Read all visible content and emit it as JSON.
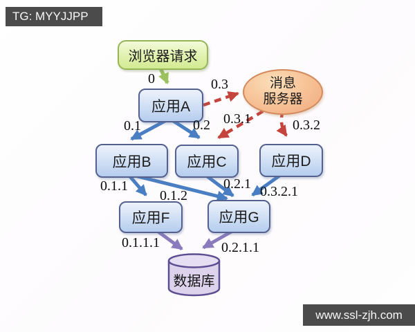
{
  "watermark_top": {
    "text": "TG: MYYJJPP"
  },
  "watermark_bottom": {
    "text": "www.ssl-zjh.com"
  },
  "diagram": {
    "nodes": {
      "browser": {
        "label": "浏览器请求"
      },
      "app_a": {
        "label": "应用A"
      },
      "app_b": {
        "label": "应用B"
      },
      "app_c": {
        "label": "应用C"
      },
      "app_d": {
        "label": "应用D"
      },
      "app_f": {
        "label": "应用F"
      },
      "app_g": {
        "label": "应用G"
      },
      "msg_server": {
        "label": "消息服务器",
        "line1": "消息",
        "line2": "服务器"
      },
      "database": {
        "label": "数据库"
      }
    },
    "edges": [
      {
        "label": "0",
        "from": "browser",
        "to": "app_a",
        "style": "solid",
        "color": "green"
      },
      {
        "label": "0.1",
        "from": "app_a",
        "to": "app_b",
        "style": "solid",
        "color": "blue"
      },
      {
        "label": "0.2",
        "from": "app_a",
        "to": "app_c",
        "style": "solid",
        "color": "blue"
      },
      {
        "label": "0.3",
        "from": "app_a",
        "to": "msg_server",
        "style": "dashed",
        "color": "red"
      },
      {
        "label": "0.3.1",
        "from": "msg_server",
        "to": "app_c",
        "style": "dashed",
        "color": "red"
      },
      {
        "label": "0.3.2",
        "from": "msg_server",
        "to": "app_d",
        "style": "dashed",
        "color": "red"
      },
      {
        "label": "0.1.1",
        "from": "app_b",
        "to": "app_f",
        "style": "solid",
        "color": "blue"
      },
      {
        "label": "0.1.2",
        "from": "app_b",
        "to": "app_g",
        "style": "solid",
        "color": "blue"
      },
      {
        "label": "0.2.1",
        "from": "app_c",
        "to": "app_g",
        "style": "solid",
        "color": "blue"
      },
      {
        "label": "0.3.2.1",
        "from": "app_d",
        "to": "app_g",
        "style": "solid",
        "color": "blue"
      },
      {
        "label": "0.1.1.1",
        "from": "app_f",
        "to": "database",
        "style": "solid",
        "color": "purple"
      },
      {
        "label": "0.2.1.1",
        "from": "app_g",
        "to": "database",
        "style": "solid",
        "color": "purple"
      }
    ],
    "colors": {
      "arrow_blue": "#4a7ec2",
      "arrow_green": "#9cc15f",
      "arrow_red": "#c4453e",
      "arrow_purple": "#8a7bbd",
      "banner_bg": "#4b4b4b",
      "app_box_fill": "#c9dbf3",
      "browser_box_fill": "#dcee9f",
      "msg_server_fill": "#f5bd92",
      "database_fill": "#ddd3ec"
    }
  }
}
